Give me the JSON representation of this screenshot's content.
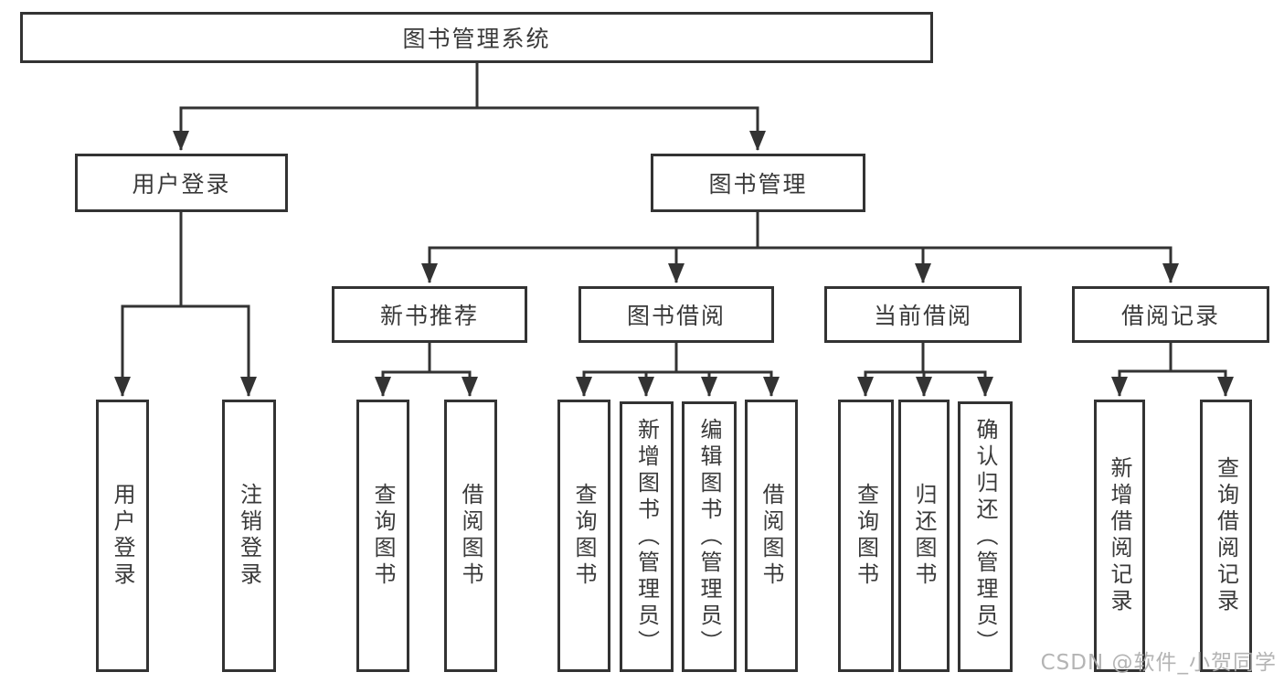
{
  "colors": {
    "background": "#ffffff",
    "line": "#333333",
    "text": "#3a3a3a",
    "watermark": "#aeaeae"
  },
  "tree": {
    "root": {
      "label": "图书管理系统"
    },
    "user": {
      "label": "用户登录",
      "children": [
        {
          "label": "用户登录"
        },
        {
          "label": "注销登录"
        }
      ]
    },
    "book": {
      "label": "图书管理",
      "sections": [
        {
          "label": "新书推荐",
          "children": [
            {
              "label": "查询图书"
            },
            {
              "label": "借阅图书"
            }
          ]
        },
        {
          "label": "图书借阅",
          "children": [
            {
              "label": "查询图书"
            },
            {
              "label": "新增图书（管理员）"
            },
            {
              "label": "编辑图书（管理员）"
            },
            {
              "label": "借阅图书"
            }
          ]
        },
        {
          "label": "当前借阅",
          "children": [
            {
              "label": "查询图书"
            },
            {
              "label": "归还图书"
            },
            {
              "label": "确认归还（管理员）"
            }
          ]
        },
        {
          "label": "借阅记录",
          "children": [
            {
              "label": "新增借阅记录"
            },
            {
              "label": "查询借阅记录"
            }
          ]
        }
      ]
    }
  },
  "watermark": {
    "text": "CSDN @软件_小贺同学"
  }
}
